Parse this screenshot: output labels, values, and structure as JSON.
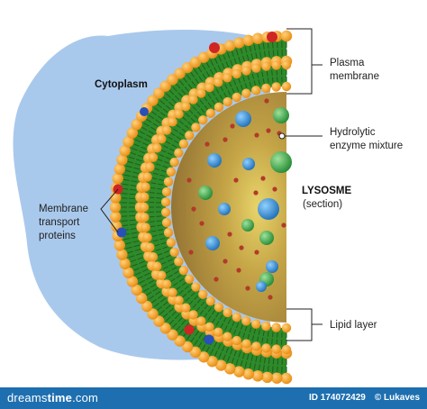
{
  "labels": {
    "cytoplasm": "Cytoplasm",
    "plasma_membrane_line1": "Plasma",
    "plasma_membrane_line2": "membrane",
    "hydrolytic_line1": "Hydrolytic",
    "hydrolytic_line2": "enzyme mixture",
    "lysosome_title": "LYSOSME",
    "lysosome_sub": "(section)",
    "transport_line1": "Membrane",
    "transport_line2": "transport",
    "transport_line3": "proteins",
    "lipid_layer": "Lipid layer"
  },
  "footer": {
    "brand_light": "dreams",
    "brand_bold": "time",
    "brand_suffix": ".com",
    "id_label": "ID 174072429",
    "author": "© Lukaves"
  },
  "colors": {
    "cytoplasm": "#a9c9ec",
    "bilayer": "#2e8a2a",
    "bilayer_dark": "#1d5e1b",
    "head": "#f29a18",
    "lumen": "#a8843a",
    "enzyme_blue": "#3a8fd0",
    "enzyme_green": "#3aa64a",
    "enzyme_red": "#b23a2a",
    "protein_red": "#d02525",
    "protein_blue": "#2850b8",
    "footer": "#1d6fb0"
  }
}
